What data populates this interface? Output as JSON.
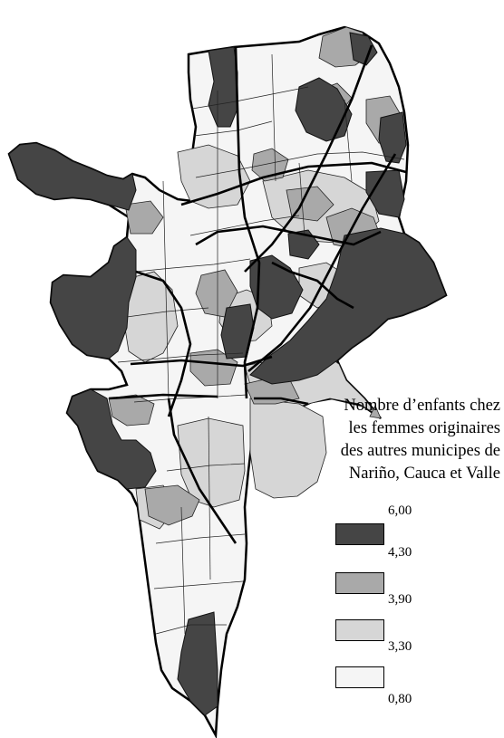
{
  "legend": {
    "title": "Nombre d’enfants chez\nles femmes originaires\ndes autres municipes de\nNariño, Cauca et Valle",
    "breaks": [
      "6,00",
      "4,30",
      "3,90",
      "3,30",
      "0,80"
    ],
    "classes": [
      {
        "range": [
          "4,30",
          "6,00"
        ],
        "color": "#454545"
      },
      {
        "range": [
          "3,90",
          "4,30"
        ],
        "color": "#a9a9a9"
      },
      {
        "range": [
          "3,30",
          "3,90"
        ],
        "color": "#d6d6d6"
      },
      {
        "range": [
          "0,80",
          "3,30"
        ],
        "color": "#f5f5f5"
      }
    ]
  }
}
